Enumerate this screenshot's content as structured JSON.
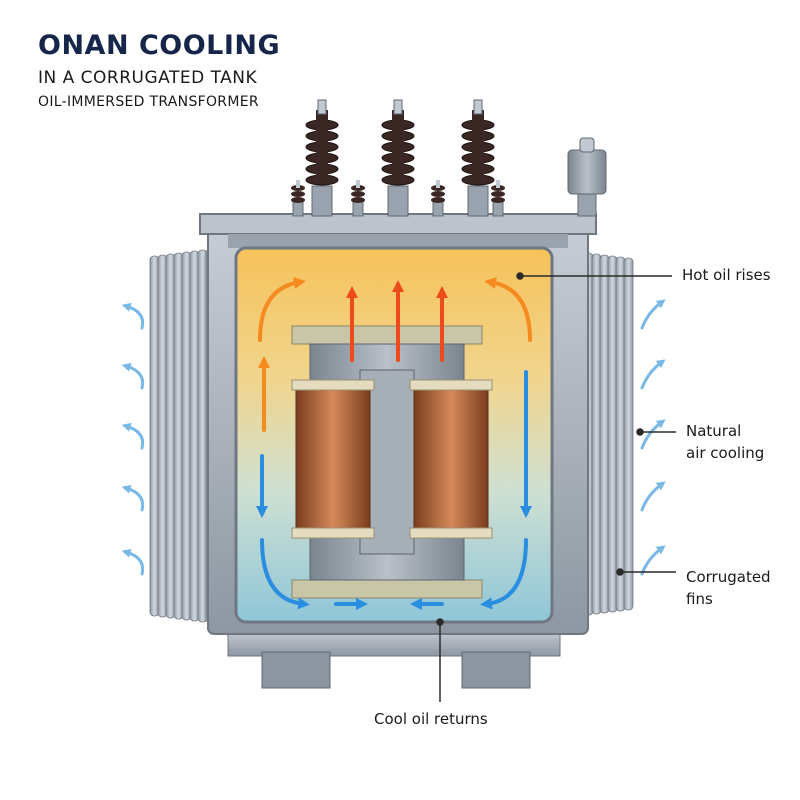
{
  "title": "ONAN COOLING",
  "subtitle_1": "IN A CORRUGATED TANK",
  "subtitle_2": "OIL-IMMERSED TRANSFORMER",
  "labels": {
    "hot_oil": "Hot oil rises",
    "natural_air_1": "Natural",
    "natural_air_2": "air cooling",
    "fins_1": "Corrugated",
    "fins_2": "fins",
    "cool_oil": "Cool oil returns"
  },
  "colors": {
    "title": "#16264a",
    "tank_steel": "#aab2bc",
    "hot_oil": "#f2b54a",
    "cool_oil": "#8fc4d6",
    "hot_arrow": "#ee4a1c",
    "cool_arrow": "#2a8ee0",
    "air_arrow": "#7ab8e6",
    "copper": "#b8683a"
  },
  "icons": {
    "bushing": "porcelain-bushing-icon",
    "conservator": "conservator-icon",
    "air_flow": "air-flow-arrow-icon"
  }
}
